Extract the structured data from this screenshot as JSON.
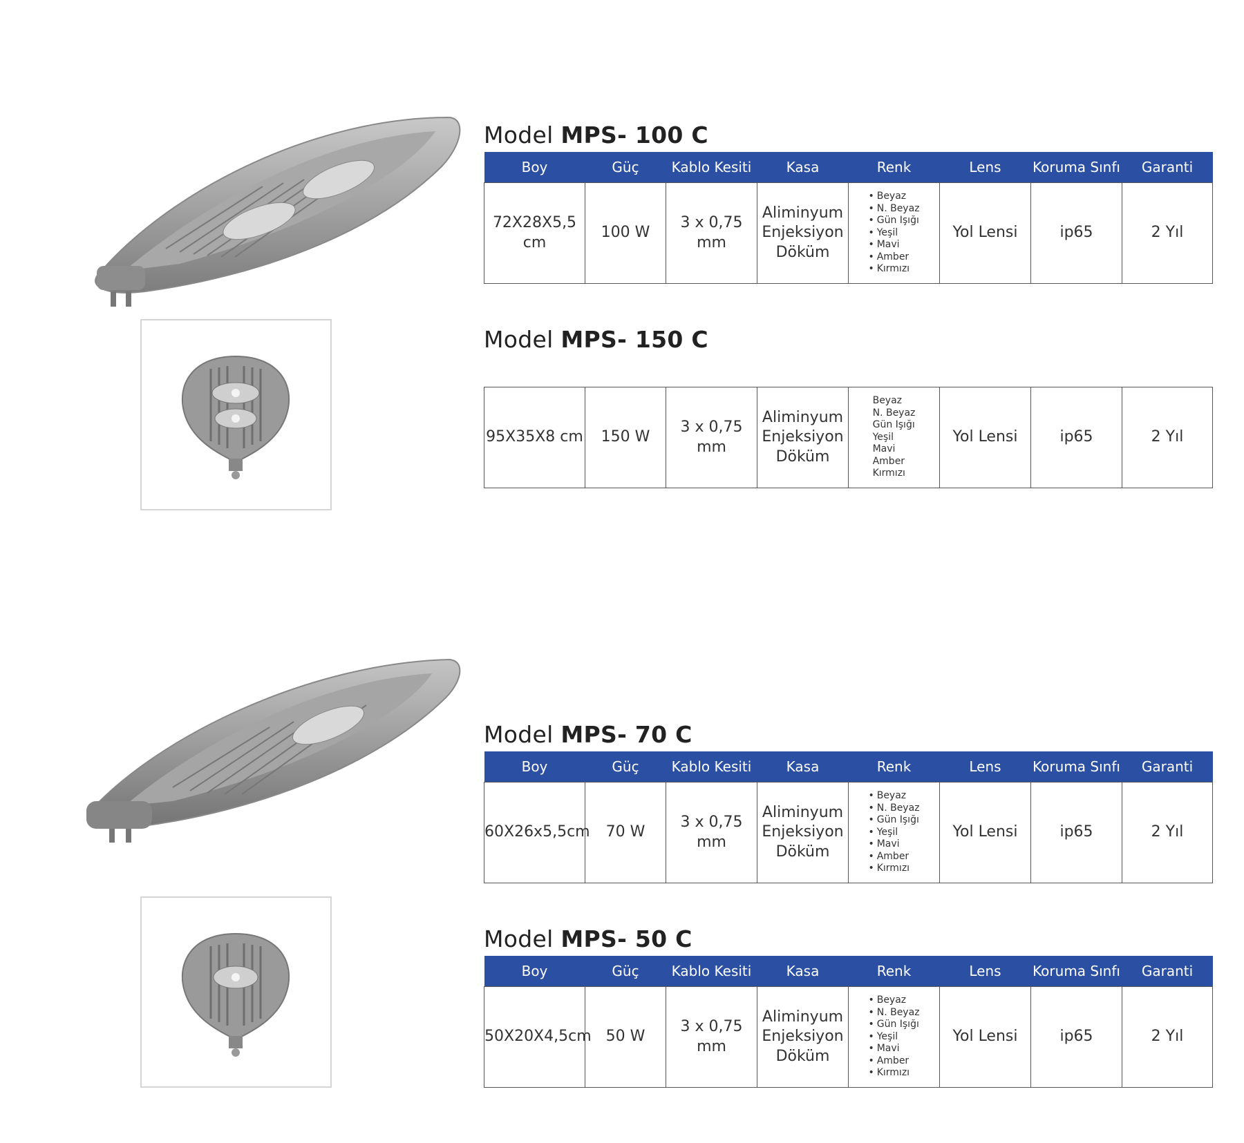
{
  "headers": [
    "Boy",
    "Güç",
    "Kablo Kesiti",
    "Kasa",
    "Renk",
    "Lens",
    "Koruma Sınfı",
    "Garanti"
  ],
  "models": [
    {
      "prefix": "Model",
      "code": "MPS- 100 C",
      "show_header": true,
      "bullets": true,
      "row": {
        "boy": "72X28X5,5 cm",
        "guc": "100 W",
        "kablo": "3 x 0,75 mm",
        "kasa": [
          "Aliminyum",
          "Enjeksiyon",
          "Döküm"
        ],
        "renk": [
          "Beyaz",
          "N. Beyaz",
          "Gün Işığı",
          "Yeşil",
          "Mavi",
          "Amber",
          "Kırmızı"
        ],
        "lens": "Yol Lensi",
        "koruma": "ip65",
        "garanti": "2 Yıl"
      }
    },
    {
      "prefix": "Model",
      "code": "MPS- 150 C",
      "show_header": false,
      "bullets": false,
      "row": {
        "boy": "95X35X8 cm",
        "guc": "150 W",
        "kablo": "3 x 0,75 mm",
        "kasa": [
          "Aliminyum",
          "Enjeksiyon",
          "Döküm"
        ],
        "renk": [
          "Beyaz",
          "N. Beyaz",
          "Gün Işığı",
          "Yeşil",
          "Mavi",
          "Amber",
          "Kırmızı"
        ],
        "lens": "Yol Lensi",
        "koruma": "ip65",
        "garanti": "2 Yıl"
      }
    },
    {
      "prefix": "Model",
      "code": "MPS- 70 C",
      "show_header": true,
      "bullets": true,
      "row": {
        "boy": "60X26x5,5cm",
        "guc": "70 W",
        "kablo": "3 x 0,75 mm",
        "kasa": [
          "Aliminyum",
          "Enjeksiyon",
          "Döküm"
        ],
        "renk": [
          "Beyaz",
          "N. Beyaz",
          "Gün Işığı",
          "Yeşil",
          "Mavi",
          "Amber",
          "Kırmızı"
        ],
        "lens": "Yol Lensi",
        "koruma": "ip65",
        "garanti": "2 Yıl"
      }
    },
    {
      "prefix": "Model",
      "code": "MPS- 50 C",
      "show_header": true,
      "bullets": true,
      "row": {
        "boy": "50X20X4,5cm",
        "guc": "50 W",
        "kablo": "3 x 0,75 mm",
        "kasa": [
          "Aliminyum",
          "Enjeksiyon",
          "Döküm"
        ],
        "renk": [
          "Beyaz",
          "N. Beyaz",
          "Gün Işığı",
          "Yeşil",
          "Mavi",
          "Amber",
          "Kırmızı"
        ],
        "lens": "Yol Lensi",
        "koruma": "ip65",
        "garanti": "2 Yıl"
      }
    }
  ],
  "colors": {
    "header_bg": "#2b4fa3",
    "header_text": "#ffffff",
    "border": "#555555",
    "lamp_body": "#9a9a9a"
  },
  "icons": [
    "street-lamp-side-icon",
    "street-lamp-front-icon"
  ]
}
